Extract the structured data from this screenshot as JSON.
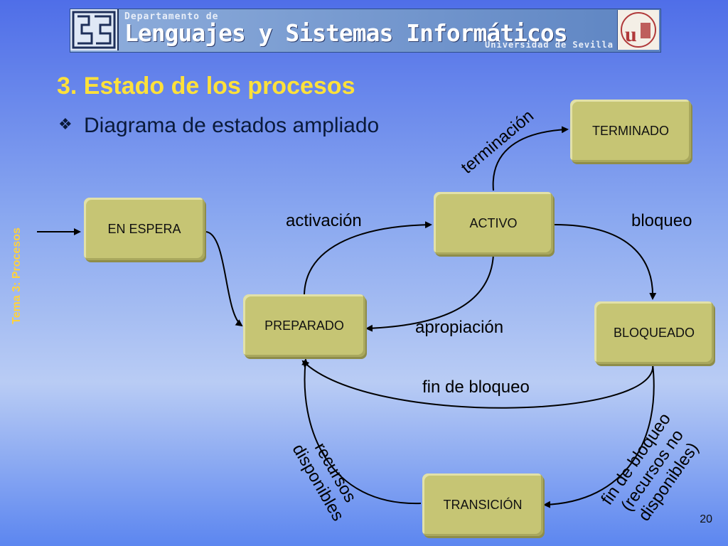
{
  "header": {
    "dept_small": "Departamento de",
    "dept_title": "Lenguajes y Sistemas Informáticos",
    "university": "Universidad de Sevilla"
  },
  "side_label": "Tema 3: Procesos",
  "title": "3. Estado de los procesos",
  "subtitle": "Diagrama de estados ampliado",
  "states": {
    "en_espera": "EN ESPERA",
    "activo": "ACTIVO",
    "terminado": "TERMINADO",
    "preparado": "PREPARADO",
    "bloqueado": "BLOQUEADO",
    "transicion": "TRANSICIÓN"
  },
  "transitions": {
    "terminacion": "terminación",
    "activacion": "activación",
    "bloqueo": "bloqueo",
    "apropiacion": "apropiación",
    "fin_bloqueo": "fin de bloqueo",
    "recursos_line1": "recursos",
    "recursos_line2": "disponibles",
    "fin_bloqueo_nd_line1": "fin de bloqueo",
    "fin_bloqueo_nd_line2": "(recursos no",
    "fin_bloqueo_nd_line3": "disponibles)"
  },
  "page_number": "20",
  "colors": {
    "title": "#ffe13a",
    "side_label": "#ffd23c",
    "state_fill": "#c6c574"
  }
}
